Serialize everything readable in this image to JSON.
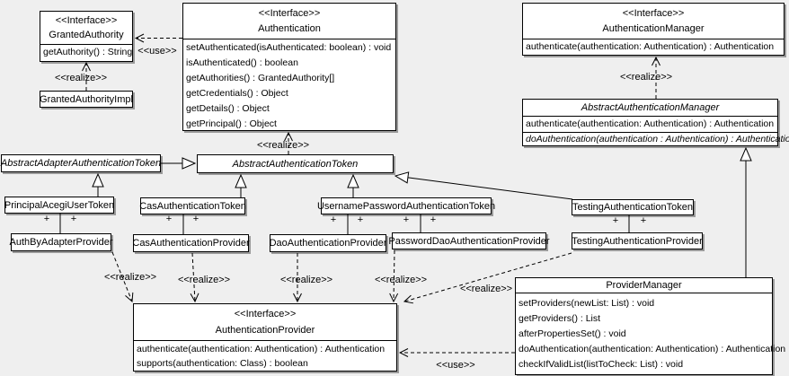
{
  "colors": {
    "background": "#efefef",
    "box_fill": "#ffffff",
    "line": "#000000",
    "shadow": "#9a9a9a"
  },
  "stereotypes": {
    "interface": "<<Interface>>",
    "use": "<<use>>",
    "realize": "<<realize>>",
    "plus": "+"
  },
  "classes": {
    "granted_authority": {
      "stereotype": "<<Interface>>",
      "name": "GrantedAuthority",
      "methods": [
        "getAuthority() : String"
      ]
    },
    "granted_authority_impl": {
      "name": "GrantedAuthorityImpl"
    },
    "authentication": {
      "stereotype": "<<Interface>>",
      "name": "Authentication",
      "methods": [
        "setAuthenticated(isAuthenticated: boolean) : void",
        "isAuthenticated() : boolean",
        "getAuthorities() : GrantedAuthority[]",
        "getCredentials() : Object",
        "getDetails() : Object",
        "getPrincipal() : Object"
      ]
    },
    "authentication_manager": {
      "stereotype": "<<Interface>>",
      "name": "AuthenticationManager",
      "methods": [
        "authenticate(authentication: Authentication) : Authentication"
      ]
    },
    "abstract_authentication_manager": {
      "name": "AbstractAuthenticationManager",
      "methods": [
        "authenticate(authentication: Authentication) : Authentication",
        "doAuthentication(authentication : Authentication) : Authentication"
      ]
    },
    "abstract_adapter_authentication_token": {
      "name": "AbstractAdapterAuthenticationToken"
    },
    "abstract_authentication_token": {
      "name": "AbstractAuthenticationToken"
    },
    "principal_acegi_user_token": {
      "name": "PrincipalAcegiUserToken"
    },
    "cas_authentication_token": {
      "name": "CasAuthenticationToken"
    },
    "username_password_authentication_token": {
      "name": "UsernamePasswordAuthenticationToken"
    },
    "testing_authentication_token": {
      "name": "TestingAuthenticationToken"
    },
    "auth_by_adapter_provider": {
      "name": "AuthByAdapterProvider"
    },
    "cas_authentication_provider": {
      "name": "CasAuthenticationProvider"
    },
    "dao_authentication_provider": {
      "name": "DaoAuthenticationProvider"
    },
    "password_dao_authentication_provider": {
      "name": "PasswordDaoAuthenticationProvider"
    },
    "testing_authentication_provider": {
      "name": "TestingAuthenticationProvider"
    },
    "authentication_provider": {
      "stereotype": "<<Interface>>",
      "name": "AuthenticationProvider",
      "methods": [
        "authenticate(authentication: Authentication) : Authentication",
        "supports(authentication: Class) : boolean"
      ]
    },
    "provider_manager": {
      "name": "ProviderManager",
      "methods": [
        "setProviders(newList: List) : void",
        "getProviders() : List",
        "afterPropertiesSet() : void",
        "doAuthentication(authentication: Authentication) : Authentication",
        "checkIfValidList(listToCheck: List) : void"
      ]
    }
  }
}
